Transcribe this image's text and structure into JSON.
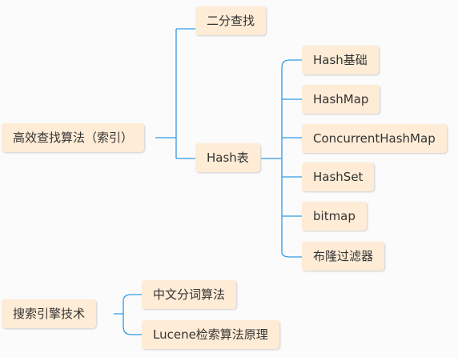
{
  "colors": {
    "node_fill": "#feecd6",
    "connector": "#2f9be6",
    "background": "#fbfbfb"
  },
  "tree": {
    "root1": {
      "label": "高效查找算法（索引）",
      "children": {
        "binary": "二分查找",
        "hash": {
          "label": "Hash表",
          "children": [
            "Hash基础",
            "HashMap",
            "ConcurrentHashMap",
            "HashSet",
            "bitmap",
            "布隆过滤器"
          ]
        }
      }
    },
    "root2": {
      "label": "搜索引擎技术",
      "children": [
        "中文分词算法",
        "Lucene检索算法原理"
      ]
    }
  }
}
